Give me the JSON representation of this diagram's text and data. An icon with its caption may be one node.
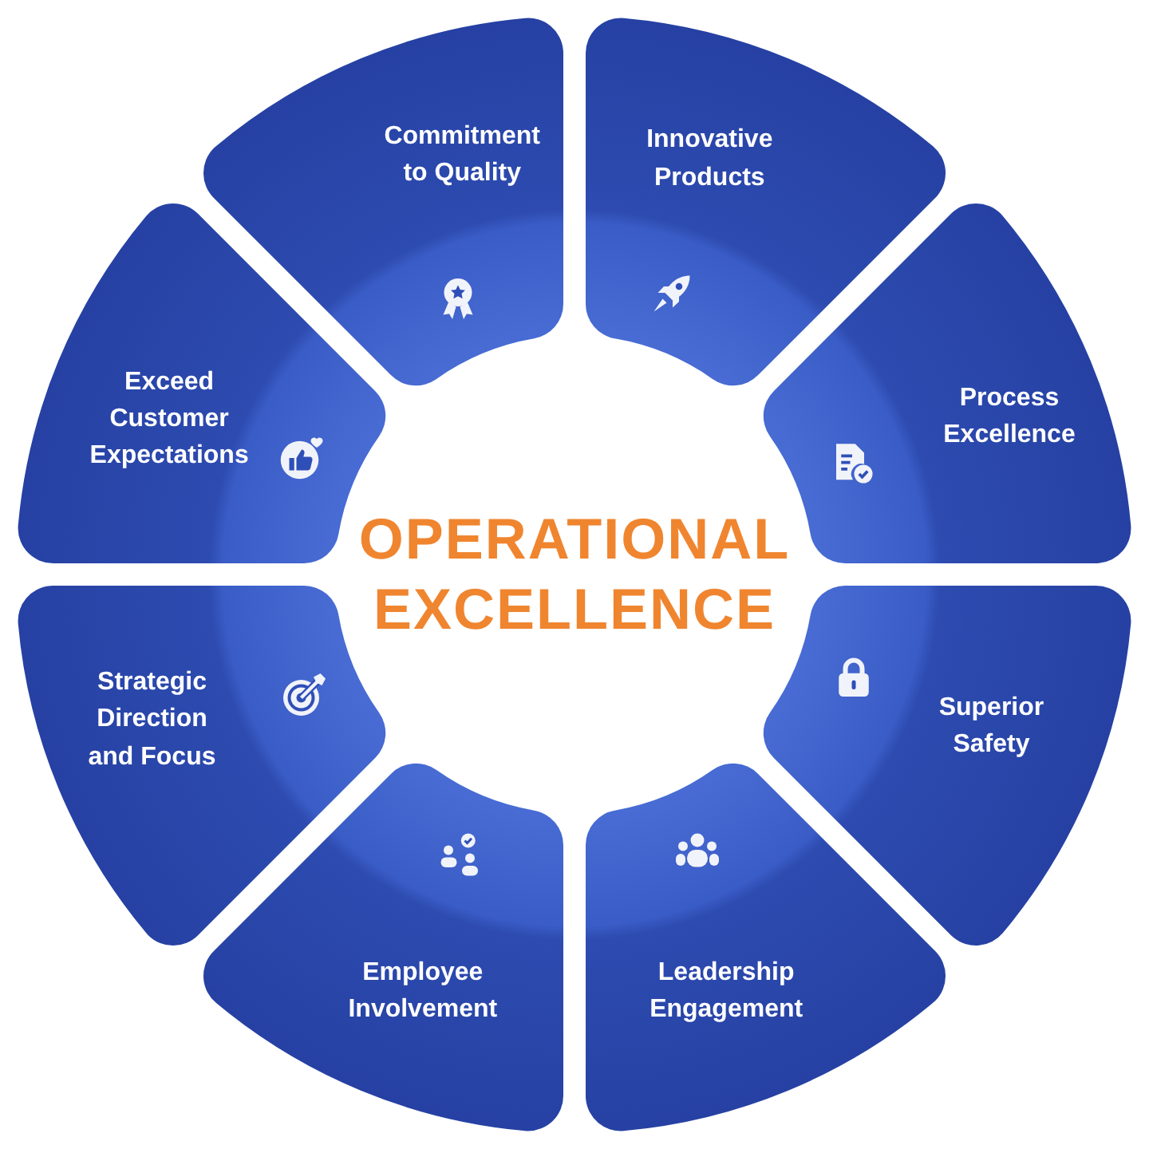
{
  "diagram": {
    "title": "OPERATIONAL EXCELLENCE",
    "nodes": [
      {
        "text": [
          "Commitment to Quality"
        ]
      },
      {
        "text": [
          "Innovative Products"
        ]
      },
      {
        "text": [
          "Process Excellence"
        ]
      },
      {
        "text": [
          "Superior Safety"
        ]
      },
      {
        "text": [
          "Leadership Engagement"
        ]
      },
      {
        "text": [
          "Employee Involvement"
        ]
      },
      {
        "text": [
          "Strategic Direction and Focus"
        ]
      },
      {
        "text": [
          "Exceed Customer Expectations"
        ]
      }
    ]
  }
}
